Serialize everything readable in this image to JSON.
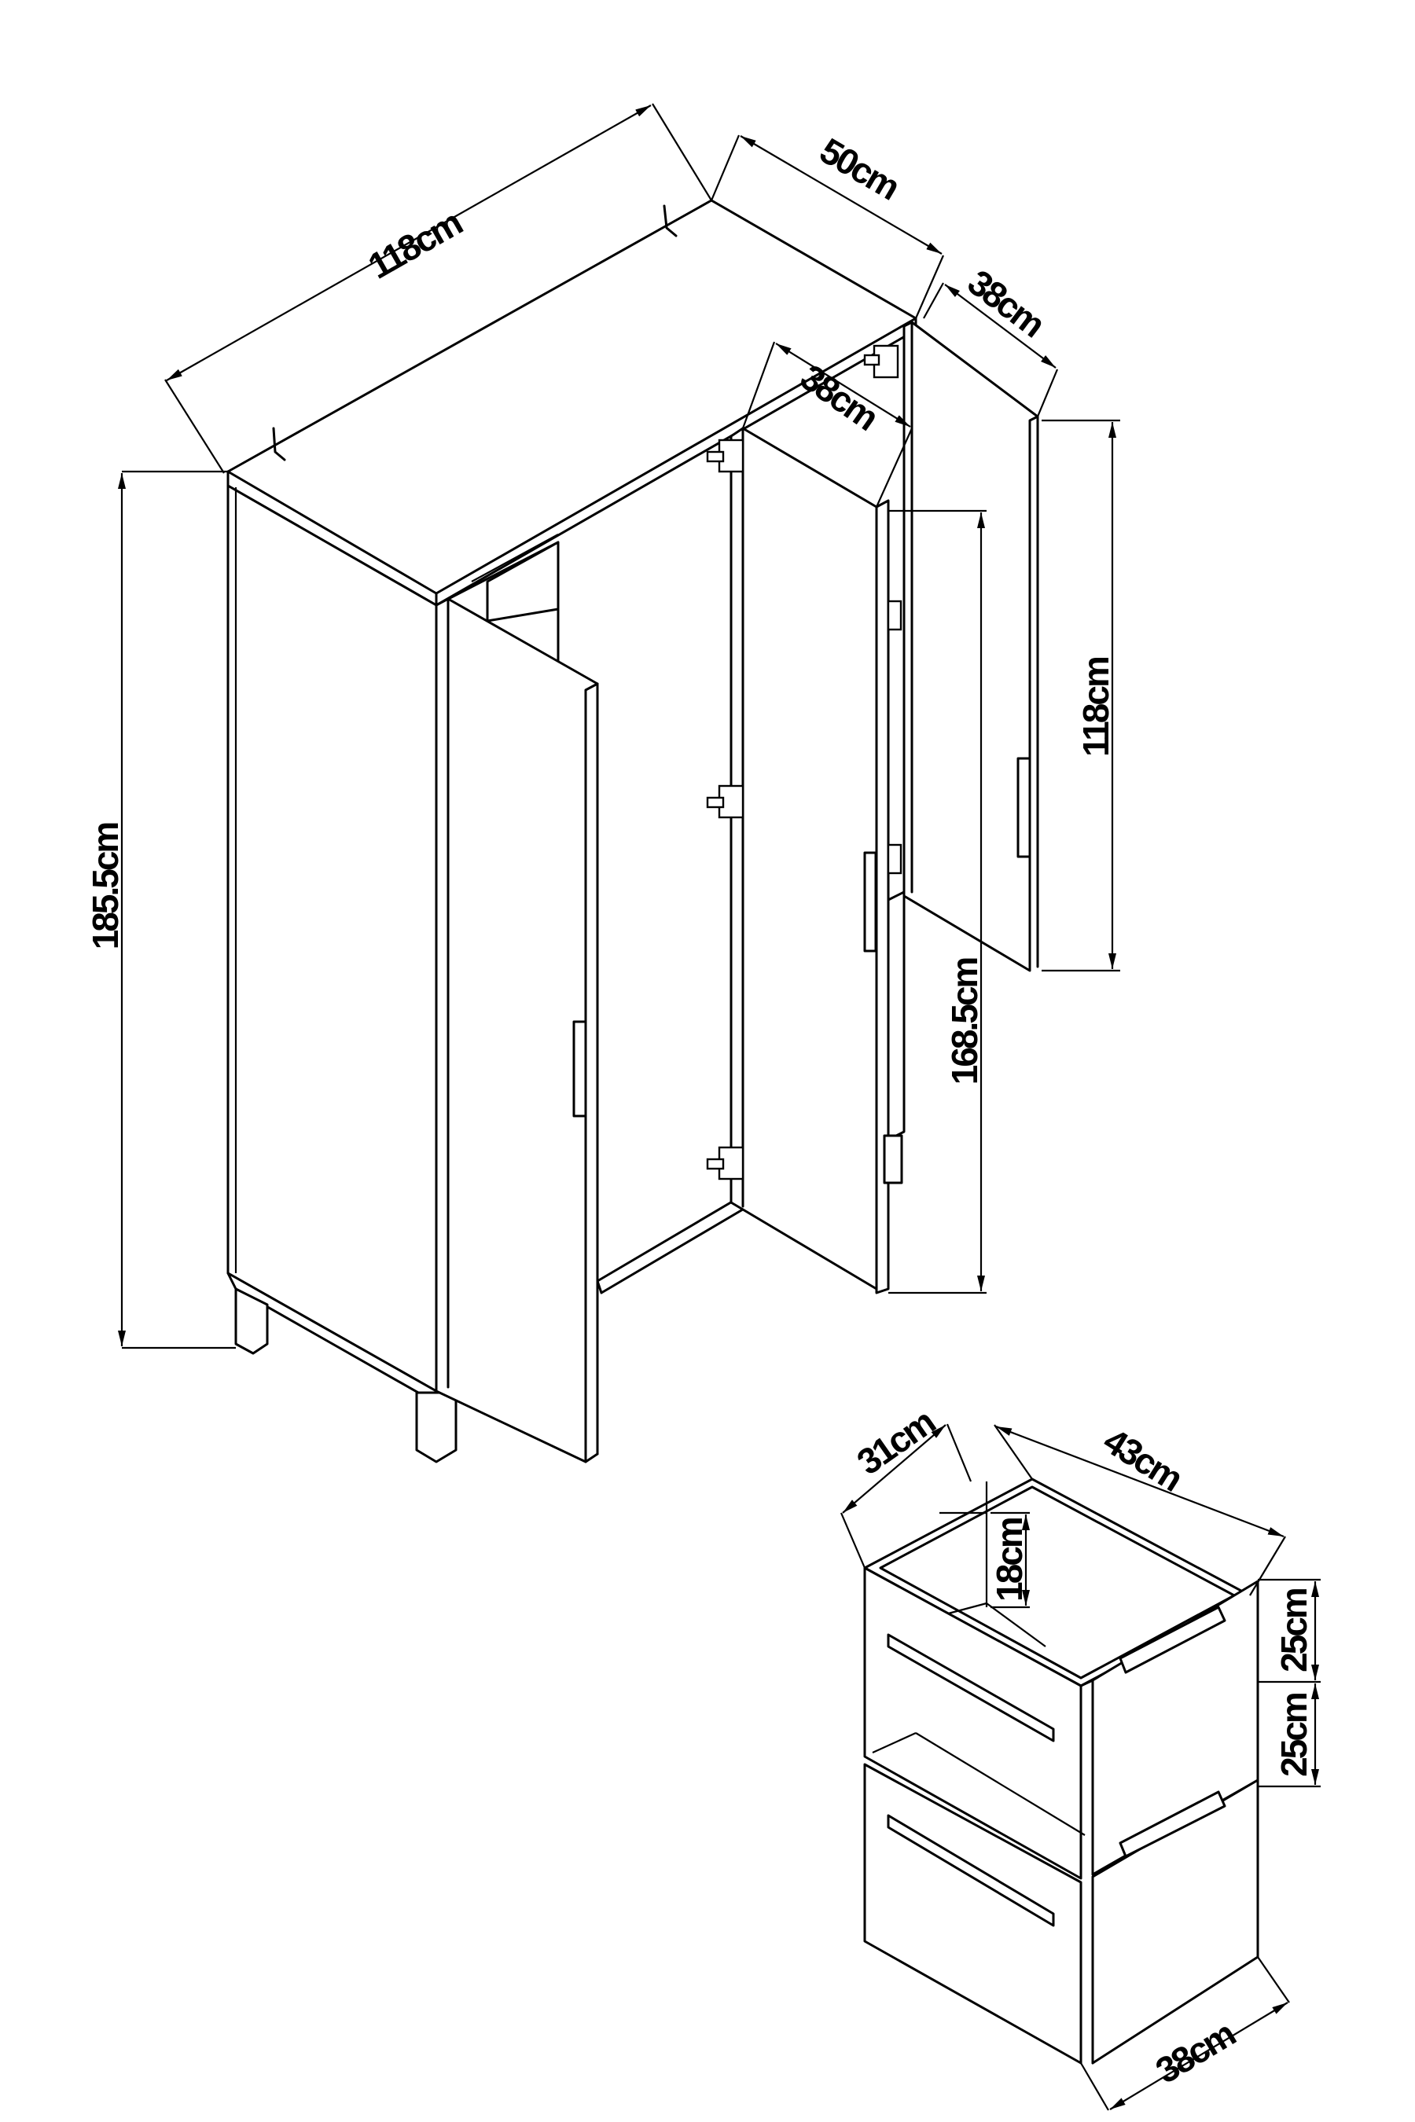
{
  "diagram": {
    "type": "furniture dimension drawing",
    "subject": "3-door wardrobe with legs and separate 2-drawer unit",
    "line_color": "#000000",
    "background": "#ffffff"
  },
  "wardrobe": {
    "dimensions": {
      "width": "118cm",
      "depth": "50cm",
      "height": "185.5cm",
      "right_door_width": "38cm",
      "middle_door_width": "38cm",
      "right_door_height": "118cm",
      "middle_door_height": "168.5cm"
    }
  },
  "drawer_unit": {
    "dimensions": {
      "inner_width": "31cm",
      "inner_depth": "43cm",
      "inner_height": "18cm",
      "top_drawer_height": "25cm",
      "bottom_drawer_height": "25cm",
      "front_width": "38cm"
    }
  }
}
